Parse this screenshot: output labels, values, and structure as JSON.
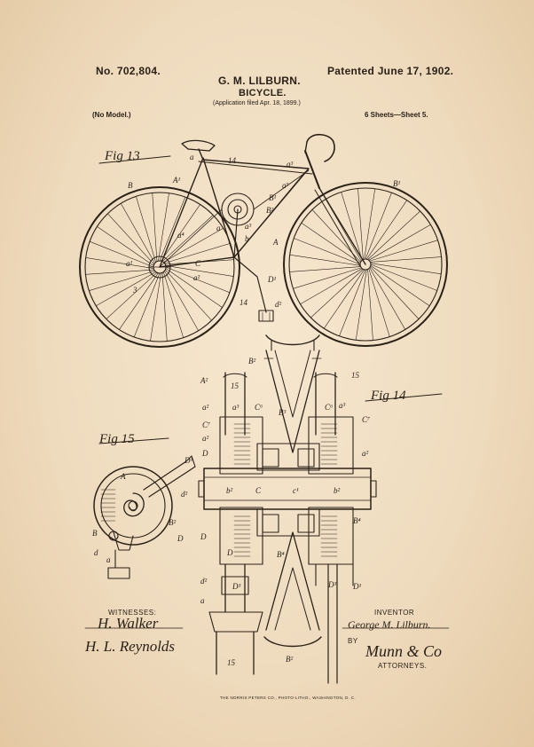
{
  "header": {
    "patent_number": "No. 702,804.",
    "patented_date": "Patented June 17, 1902.",
    "inventor_name": "G. M. LILBURN.",
    "title": "BICYCLE.",
    "application_filed": "(Application filed Apr. 18, 1899.)",
    "model_note": "(No Model.)",
    "sheet_info": "6 Sheets—Sheet 5."
  },
  "figures": {
    "fig13": "Fig 13",
    "fig14": "Fig 14",
    "fig15": "Fig 15"
  },
  "signatures": {
    "witnesses_label": "WITNESSES:",
    "witness_1": "H. Walker",
    "witness_2": "H. L. Reynolds",
    "inventor_label": "INVENTOR",
    "inventor_signature": "George M. Lilburn.",
    "by_label": "BY",
    "attorney_signature": "Munn & Co",
    "attorneys_label": "ATTORNEYS."
  },
  "footer": {
    "printer": "THE NORRIS PETERS CO., PHOTO-LITHO., WASHINGTON, D. C."
  },
  "colors": {
    "paper": "#efdcc0",
    "ink": "#2a2118"
  }
}
